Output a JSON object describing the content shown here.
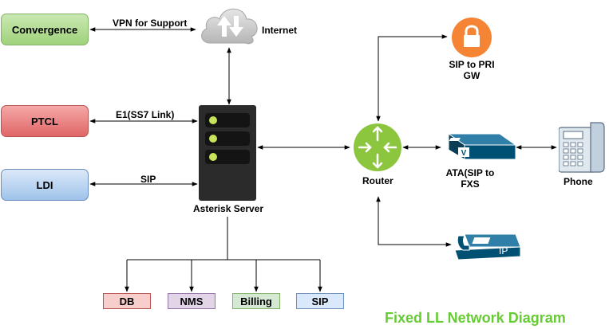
{
  "colors": {
    "green_fill": "#b4dc96",
    "green_border": "#82b366",
    "red_fill": "#ee7a7a",
    "red_border": "#b85450",
    "blue_fill": "#b3d1f0",
    "blue_border": "#6c8ebf",
    "server_body": "#2b2b2b",
    "server_led": "#c6e35a",
    "router_green": "#8cc63f",
    "lock_orange": "#f58534",
    "cisco_blue": "#005073",
    "title_green": "#66cc33"
  },
  "sources": {
    "convergence": {
      "label": "Convergence",
      "icon": "rounded-box"
    },
    "ptcl": {
      "label": "PTCL",
      "icon": "rounded-box"
    },
    "ldi": {
      "label": "LDI",
      "icon": "rounded-box"
    }
  },
  "links": {
    "vpn": "VPN for Support",
    "e1": "E1(SS7 Link)",
    "sip": "SIP"
  },
  "nodes": {
    "internet": {
      "label": "Internet",
      "icon": "cloud-upload-download-icon"
    },
    "server": {
      "label": "Asterisk Server",
      "icon": "server-rack-icon"
    },
    "router": {
      "label": "Router",
      "icon": "router-icon"
    },
    "sip_pri": {
      "label_line1": "SIP to PRI",
      "label_line2": "GW",
      "icon": "lock-icon"
    },
    "ata": {
      "label_line1": "ATA(SIP to",
      "label_line2": "FXS",
      "ata_letter": "V",
      "icon": "ata-device-icon"
    },
    "phone": {
      "label": "Phone",
      "icon": "desk-phone-icon"
    },
    "ip_phone": {
      "badge": "IP",
      "icon": "ip-phone-icon"
    }
  },
  "bottom_boxes": [
    {
      "label": "DB",
      "fill": "#f8cecc",
      "border": "#b85450"
    },
    {
      "label": "NMS",
      "fill": "#e1d5e7",
      "border": "#9673a6"
    },
    {
      "label": "Billing",
      "fill": "#d5e8d4",
      "border": "#82b366"
    },
    {
      "label": "SIP",
      "fill": "#dae8fc",
      "border": "#6c8ebf"
    }
  ],
  "title": "Fixed LL Network Diagram"
}
